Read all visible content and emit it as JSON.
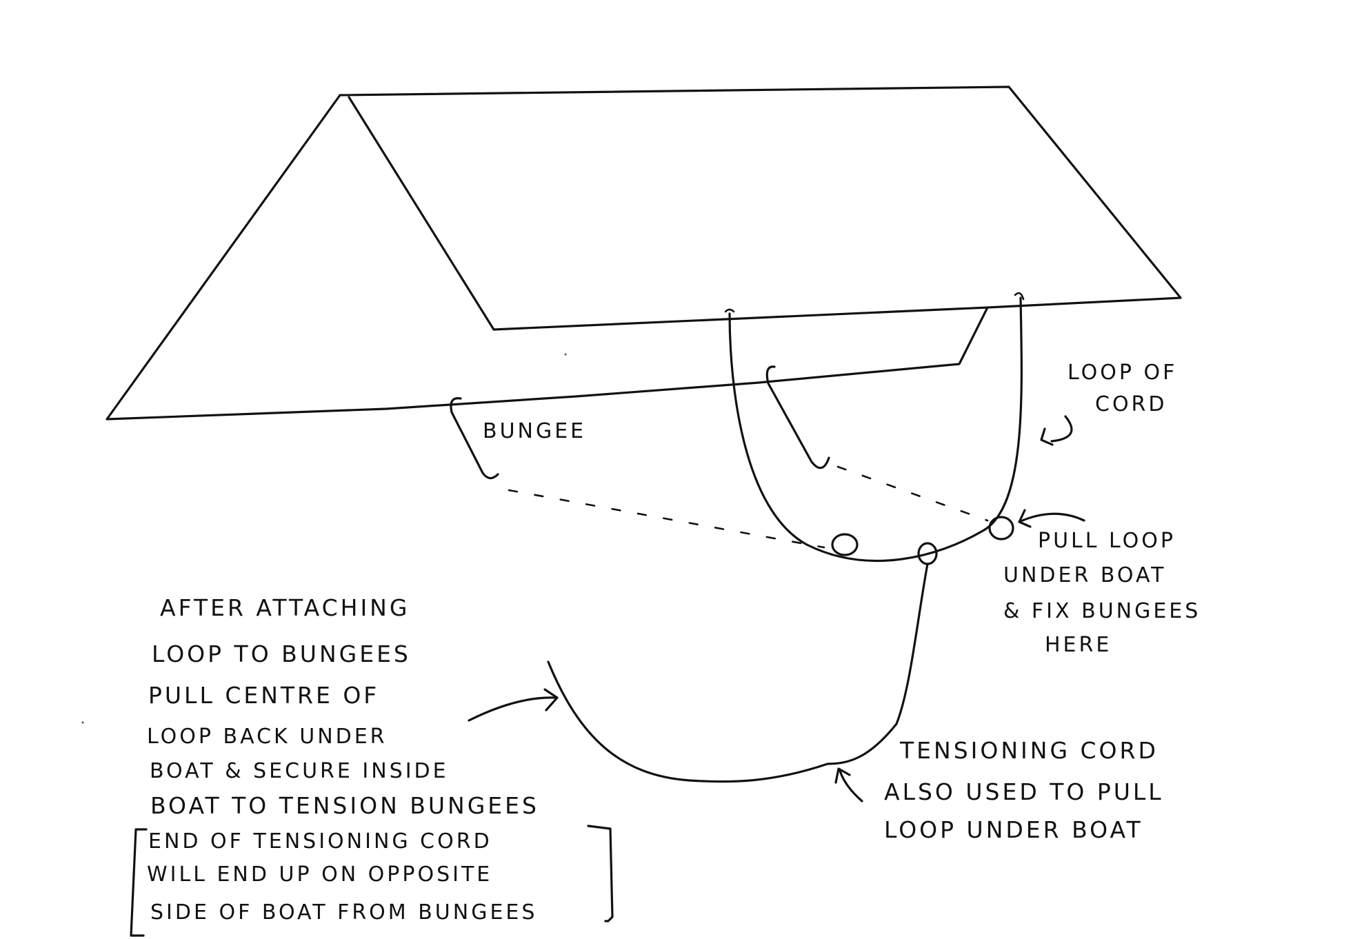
{
  "labels": {
    "bungee": "BUNGEE",
    "loop_of_cord": [
      "LOOP OF",
      "CORD"
    ],
    "pull_loop": [
      "PULL LOOP",
      "UNDER BOAT",
      "& FIX BUNGEES",
      "HERE"
    ],
    "after_attaching": [
      "AFTER ATTACHING",
      "LOOP TO BUNGEES",
      "PULL CENTRE OF",
      "LOOP BACK UNDER",
      "BOAT & SECURE INSIDE",
      "BOAT TO TENSION BUNGEES"
    ],
    "bracket_note": [
      "END OF TENSIONING CORD",
      "WILL END UP ON OPPOSITE",
      "SIDE OF BOAT FROM BUNGEES"
    ],
    "tensioning_cord": [
      "TENSIONING CORD",
      "ALSO USED TO PULL",
      "LOOP UNDER BOAT"
    ]
  },
  "colors": {
    "ink": "#111111",
    "paper": "#ffffff"
  }
}
